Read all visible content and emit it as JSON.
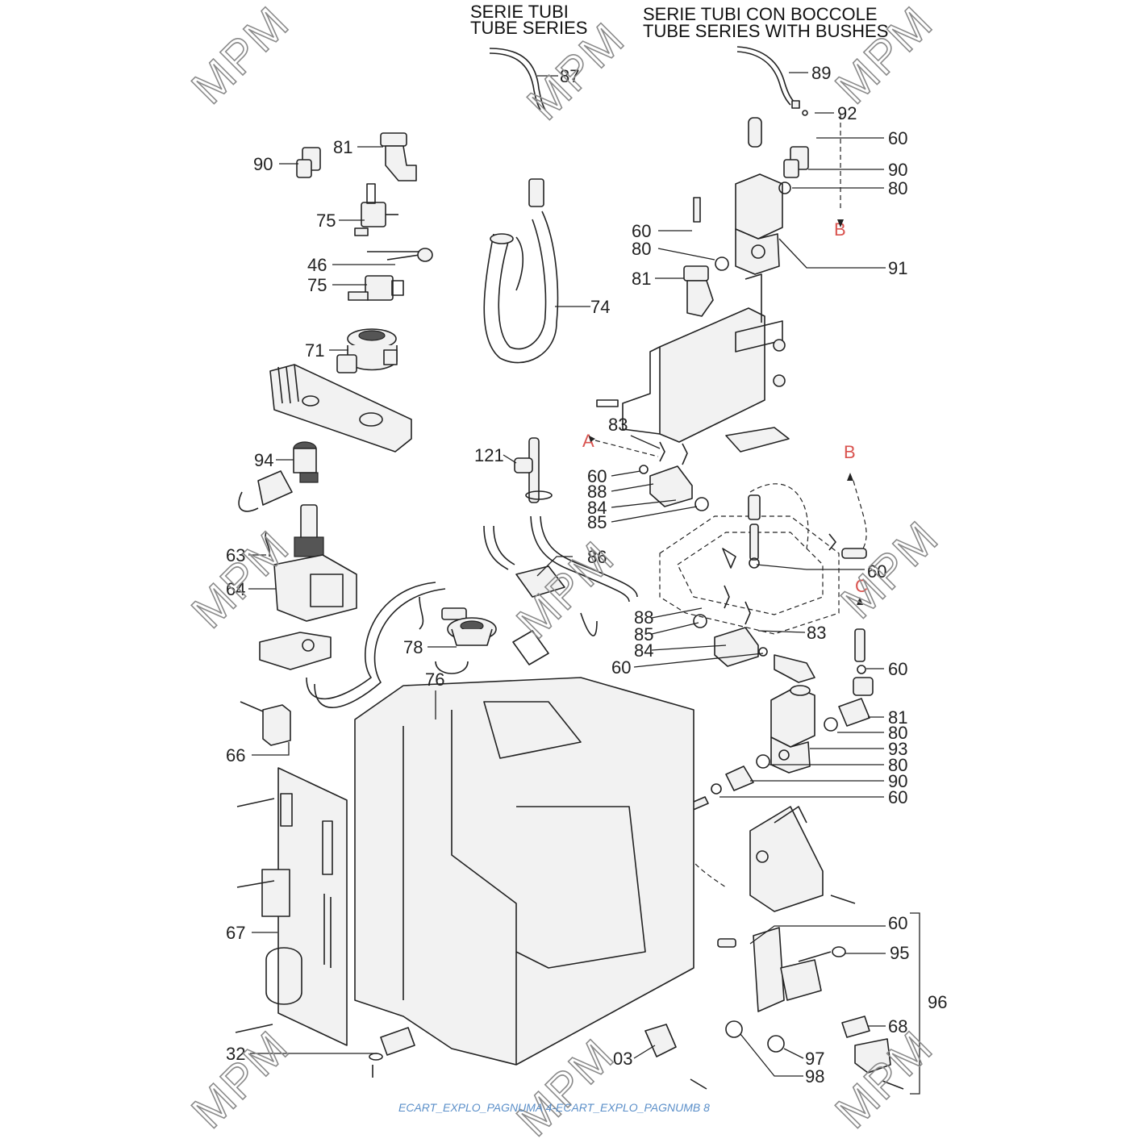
{
  "header": {
    "left_line1": "SERIE TUBI",
    "left_line2": "TUBE SERIES",
    "right_line1": "SERIE TUBI CON BOCCOLE",
    "right_line2": "TUBE SERIES WITH BUSHES"
  },
  "watermark": "MPM",
  "footer": "ECART_EXPLO_PAGNUMA 4-ECART_EXPLO_PAGNUMB 8",
  "markers": {
    "a": "A",
    "b": "B",
    "c": "C"
  },
  "labels": {
    "l87": "87",
    "l89": "89",
    "l92": "92",
    "l90a": "90",
    "l81a": "81",
    "l60a": "60",
    "l90b": "90",
    "l80a": "80",
    "l75a": "75",
    "l46": "46",
    "l75b": "75",
    "l60b": "60",
    "l80b": "80",
    "l81b": "81",
    "l91": "91",
    "l74": "74",
    "l71": "71",
    "l83a": "83",
    "l121": "121",
    "l60c": "60",
    "l88a": "88",
    "l84a": "84",
    "l85a": "85",
    "l94": "94",
    "l63": "63",
    "l86": "86",
    "l60d": "60",
    "l64": "64",
    "l88b": "88",
    "l85b": "85",
    "l83b": "83",
    "l78": "78",
    "l84b": "84",
    "l60e": "60",
    "l60f": "60",
    "l76": "76",
    "l81c": "81",
    "l80c": "80",
    "l93": "93",
    "l80d": "80",
    "l90c": "90",
    "l60g": "60",
    "l66": "66",
    "l67": "67",
    "l60h": "60",
    "l95": "95",
    "l96": "96",
    "l68": "68",
    "l32": "32",
    "l03": "03",
    "l97": "97",
    "l98": "98"
  }
}
